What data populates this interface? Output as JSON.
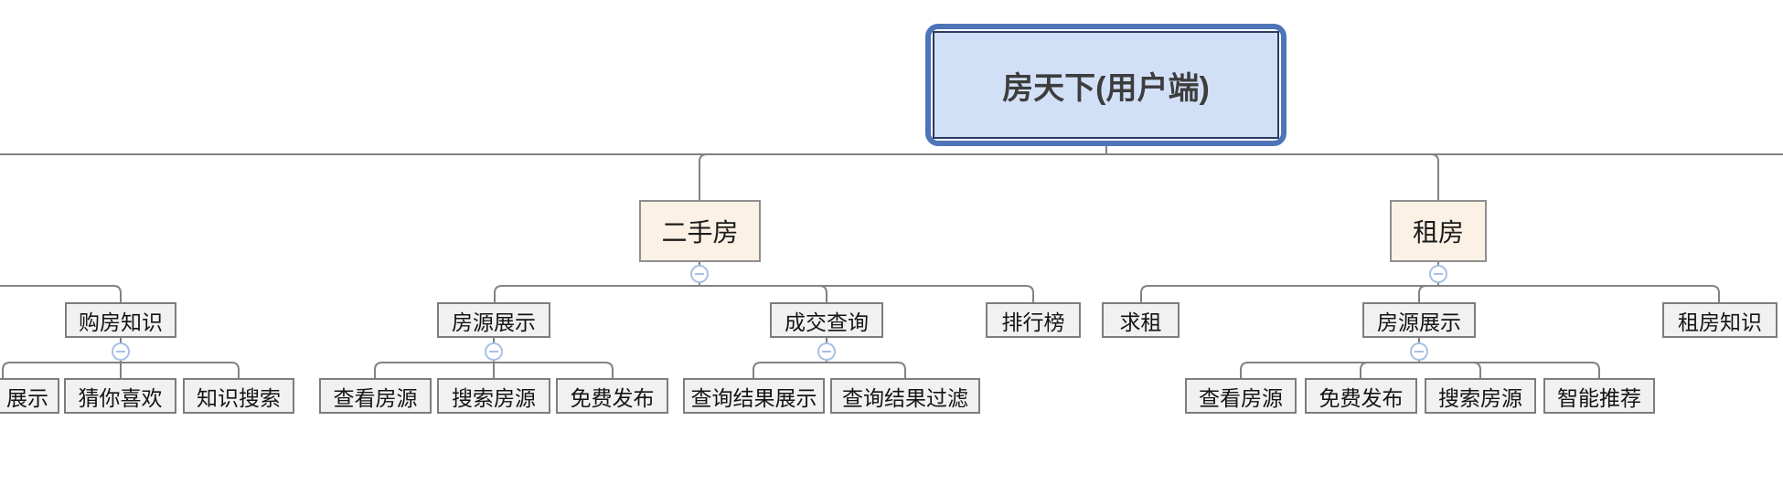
{
  "diagram": {
    "root": {
      "label": "房天下(用户端)"
    },
    "branches": [
      {
        "label": "二手房"
      },
      {
        "label": "租房"
      }
    ],
    "level2": [
      {
        "label": "购房知识"
      },
      {
        "label": "房源展示"
      },
      {
        "label": "成交查询"
      },
      {
        "label": "排行榜"
      },
      {
        "label": "求租"
      },
      {
        "label": "房源展示"
      },
      {
        "label": "租房知识"
      }
    ],
    "level3": [
      {
        "label": "展示"
      },
      {
        "label": "猜你喜欢"
      },
      {
        "label": "知识搜索"
      },
      {
        "label": "查看房源"
      },
      {
        "label": "搜索房源"
      },
      {
        "label": "免费发布"
      },
      {
        "label": "查询结果展示"
      },
      {
        "label": "查询结果过滤"
      },
      {
        "label": "查看房源"
      },
      {
        "label": "免费发布"
      },
      {
        "label": "搜索房源"
      },
      {
        "label": "智能推荐"
      }
    ],
    "collapse_icon": "minus",
    "collapse_button_count": 6,
    "colors": {
      "root_fill": "#d2e0f7",
      "root_border_outer": "#4e74b8",
      "root_border_inner": "#2c3a5f",
      "root_text": "#3d3d3d",
      "branch_fill": "#fcf1e5",
      "branch_border": "#8f8f8f",
      "leaf_fill": "#f1f1f1",
      "leaf_border": "#7d7d7d",
      "connector": "#828282",
      "collapse_accent": "#a9c0e6"
    }
  }
}
